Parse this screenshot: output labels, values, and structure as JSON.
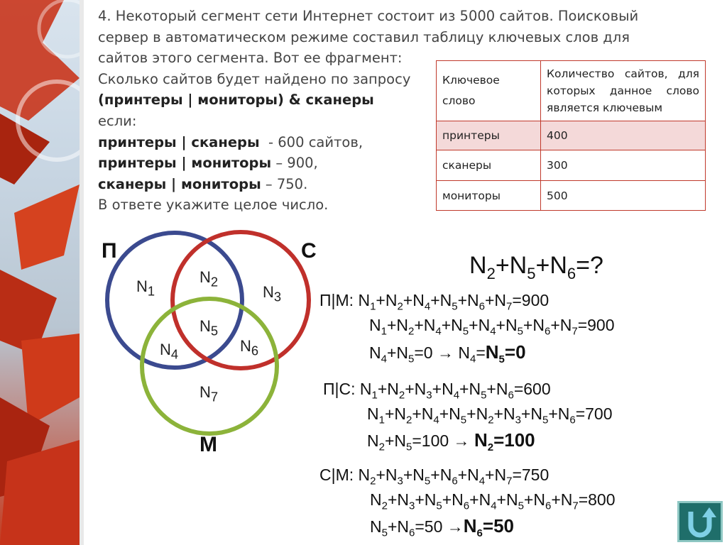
{
  "problem": {
    "line1": "4. Некоторый сегмент сети Интернет состоит из 5000 сайтов. Поисковый",
    "line2": "сервер в автоматическом режиме составил таблицу ключевых слов для",
    "line3": "сайтов этого сегмента. Вот ее фрагмент:",
    "line4": "Сколько сайтов будет найдено по запросу",
    "query": "(принтеры | мониторы) & сканеры",
    "if": "если:",
    "c1_bold": "принтеры | сканеры",
    "c1_rest": "  - 600 сайтов,",
    "c2_bold": "принтеры | мониторы",
    "c2_rest": " – 900,",
    "c3_bold": "сканеры | мониторы",
    "c3_rest": " – 750.",
    "answer_hint": "В ответе укажите целое число."
  },
  "table": {
    "header_keyword": "Ключевое слово",
    "header_count": "Количество сайтов, для которых данное слово является ключевым",
    "rows": [
      {
        "keyword": "принтеры",
        "count": "400"
      },
      {
        "keyword": "сканеры",
        "count": "300"
      },
      {
        "keyword": "мониторы",
        "count": "500"
      }
    ]
  },
  "venn": {
    "label_p": "П",
    "label_s": "С",
    "label_m": "М",
    "colors": {
      "p": "#3b4a8f",
      "s": "#c0302b",
      "m": "#8cb33a"
    }
  },
  "colors": {
    "table_border": "#c0392b",
    "highlight": "#f4d9d9",
    "home": "#1f6e6a"
  },
  "icons": {
    "home": "u-turn-arrow-icon"
  }
}
